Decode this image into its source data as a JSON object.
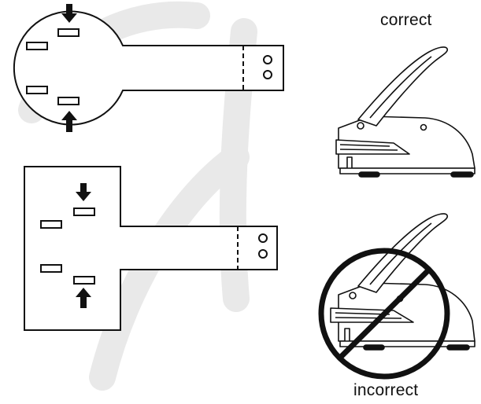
{
  "labels": {
    "correct": "correct",
    "incorrect": "incorrect"
  },
  "figures": {
    "round_plate": "round embosser plate insertion",
    "square_plate": "square embosser plate insertion",
    "correct_embosser": "embosser shown with plate inserted correctly",
    "incorrect_embosser": "embosser shown with plate inserted incorrectly"
  },
  "colors": {
    "ink": "#111111",
    "watermark": "#e9e9e9",
    "paper": "#ffffff"
  },
  "icons": {
    "arrow_down": "arrow-down-icon",
    "arrow_up": "arrow-up-icon",
    "no_sign": "prohibition-icon"
  }
}
